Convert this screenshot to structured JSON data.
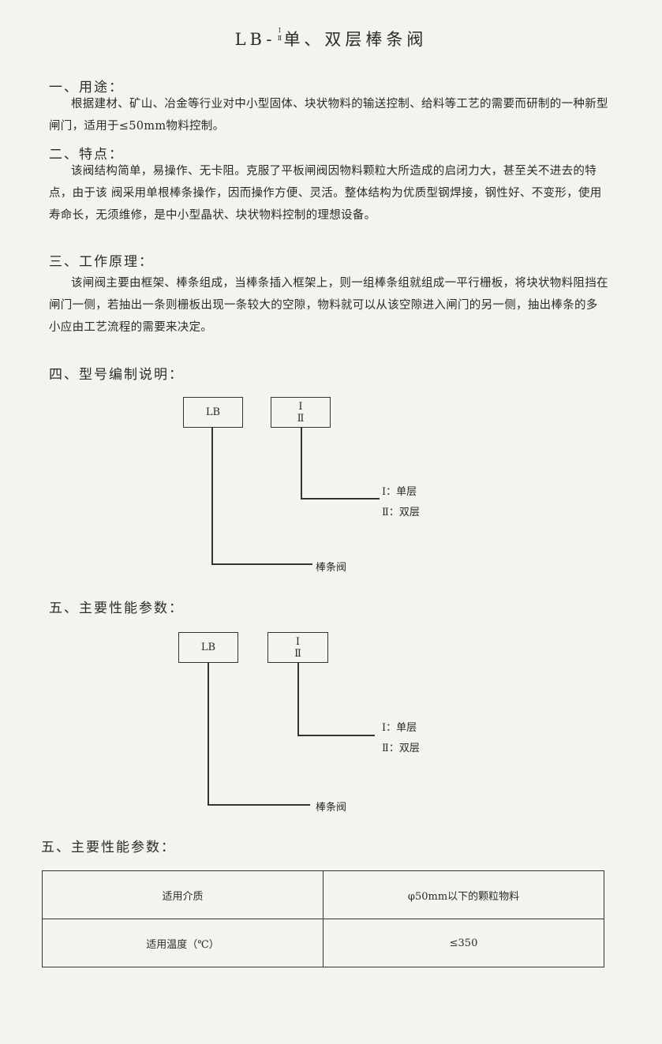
{
  "title": {
    "prefix": "LB-",
    "sup_top": "Ⅰ",
    "sup_bottom": "Ⅱ",
    "main": "单、双层棒条阀"
  },
  "sections": [
    {
      "heading": "一、用途：",
      "body": "根据建材、矿山、冶金等行业对中小型固体、块状物料的输送控制、给料等工艺的需要而研制的一种新型闸门，适用于≤50mm物料控制。"
    },
    {
      "heading": "二、特点：",
      "body": "该阀结构简单，易操作、无卡阻。克服了平板闸阀因物料颗粒大所造成的启闭力大，甚至关不进去的特点，由于该 阀采用单根棒条操作，因而操作方便、灵活。整体结构为优质型钢焊接，钢性好、不变形，使用寿命长，无须维修，是中小型晶状、块状物料控制的理想设备。"
    },
    {
      "heading": "三、工作原理：",
      "body": "该闸阀主要由框架、棒条组成，当棒条插入框架上，则一组棒条组就组成一平行栅板，将块状物料阻挡在闸门一侧，若抽出一条则栅板出现一条较大的空隙，物料就可以从该空隙进入闸门的另一侧，抽出棒条的多小应由工艺流程的需要来决定。"
    },
    {
      "heading": "四、型号编制说明："
    },
    {
      "heading": "五、主要性能参数："
    },
    {
      "heading": "五、主要性能参数："
    }
  ],
  "diagram": {
    "box1": "LB",
    "box2_top": "Ⅰ",
    "box2_bottom": "Ⅱ",
    "label_single": "Ⅰ：单层",
    "label_double": "Ⅱ：双层",
    "label_valve": "棒条阀"
  },
  "table": {
    "rows": [
      [
        "适用介质",
        "φ50mm以下的颗粒物料"
      ],
      [
        "适用温度（℃）",
        "≤350"
      ]
    ]
  }
}
